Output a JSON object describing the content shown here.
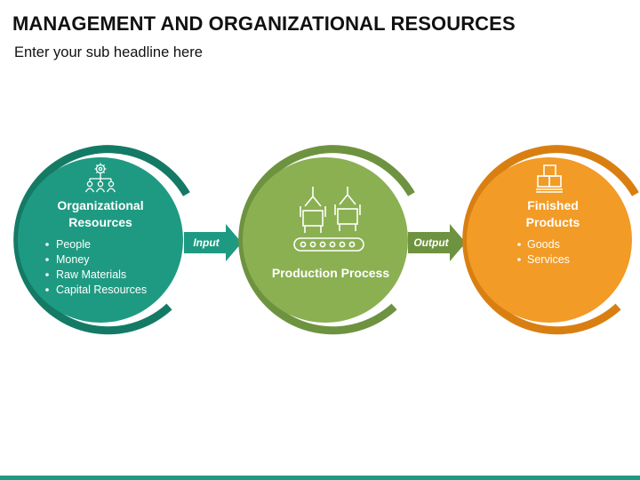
{
  "header": {
    "title": "MANAGEMENT AND ORGANIZATIONAL RESOURCES",
    "subtitle": "Enter your sub headline here"
  },
  "stages": [
    {
      "title_lines": [
        "Organizational",
        "Resources"
      ],
      "bullets": [
        "People",
        "Money",
        "Raw Materials",
        "Capital Resources"
      ],
      "icon": "organization-people-gear-icon",
      "color": "#1f9a82",
      "ring_color": "#147a66"
    },
    {
      "title_lines": [
        "Production Process"
      ],
      "bullets": [],
      "icon": "robotic-arms-conveyor-icon",
      "color": "#8bb052",
      "ring_color": "#6e9340"
    },
    {
      "title_lines": [
        "Finished",
        "Products"
      ],
      "bullets": [
        "Goods",
        "Services"
      ],
      "icon": "stacked-boxes-icon",
      "color": "#f29b26",
      "ring_color": "#d97f12"
    }
  ],
  "arrows": [
    {
      "label": "Input",
      "color": "#1f9a82"
    },
    {
      "label": "Output",
      "color": "#6e9340"
    }
  ]
}
